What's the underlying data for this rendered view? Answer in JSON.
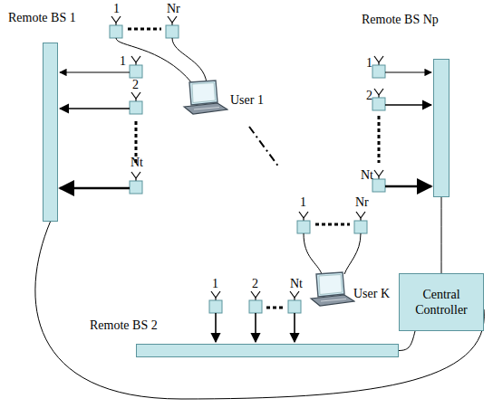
{
  "diagram": {
    "nodes": [
      {
        "text": [
          "Remote BS 1"
        ]
      },
      {
        "text": [
          "User 1"
        ]
      },
      {
        "text": [
          "Remote BS Np"
        ]
      },
      {
        "text": [
          "User K"
        ]
      },
      {
        "text": [
          "Remote BS 2"
        ]
      },
      {
        "text": [
          "Central Controller"
        ]
      }
    ],
    "edges": [
      {
        "from": 5,
        "to": 0,
        "arrow": "none"
      },
      {
        "from": 5,
        "to": 4,
        "arrow": "none"
      },
      {
        "from": 5,
        "to": 2,
        "arrow": "none"
      }
    ],
    "labels": [
      "1",
      "Nr",
      "1",
      "2",
      "Nt",
      "1",
      "2",
      "Nt",
      "1",
      "Nr",
      "1",
      "2",
      "Nt"
    ]
  }
}
